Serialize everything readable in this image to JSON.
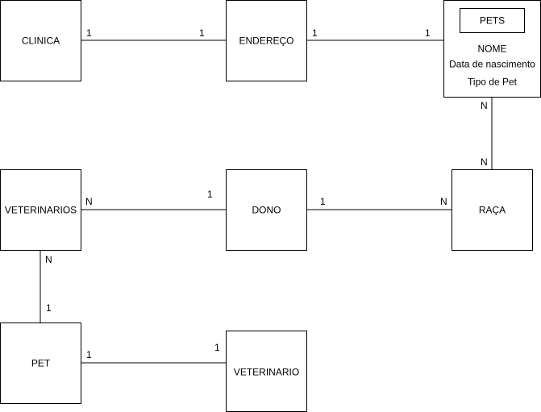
{
  "entities": {
    "clinica": {
      "label": "CLINICA"
    },
    "endereco": {
      "label": "ENDEREÇO"
    },
    "pets": {
      "label": "PETS",
      "attributes": [
        "NOME",
        "Data de nascimento",
        "Tipo de Pet"
      ]
    },
    "veterinarios": {
      "label": "VETERINARIOS"
    },
    "dono": {
      "label": "DONO"
    },
    "raca": {
      "label": "RAÇA"
    },
    "pet": {
      "label": "PET"
    },
    "veterinario": {
      "label": "VETERINARIO"
    }
  },
  "relationships": {
    "clinica_endereco": {
      "left": "1",
      "right": "1"
    },
    "endereco_pets": {
      "left": "1",
      "right": "1"
    },
    "pets_raca": {
      "top": "N",
      "bottom": "N"
    },
    "veterinarios_dono": {
      "left": "N",
      "right": "1"
    },
    "dono_raca": {
      "left": "1",
      "right": "N"
    },
    "veterinarios_pet": {
      "top": "N",
      "bottom": "1"
    },
    "pet_veterinario": {
      "left": "1",
      "right": "1"
    }
  }
}
